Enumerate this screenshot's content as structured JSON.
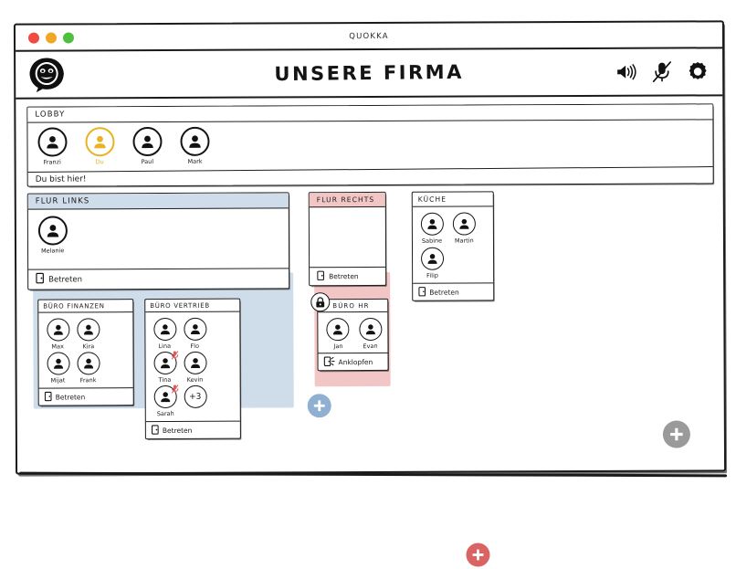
{
  "window": {
    "app_name": "QUOKKA",
    "traffic_lights": [
      "close",
      "minimize",
      "maximize"
    ]
  },
  "header": {
    "title": "UNSERE FIRMA",
    "logo_icon": "quokka-logo-icon",
    "actions": [
      {
        "name": "speaker-icon",
        "label": "speaker-on",
        "state": "on"
      },
      {
        "name": "microphone-muted-icon",
        "label": "microphone-muted",
        "state": "muted"
      },
      {
        "name": "gear-icon",
        "label": "settings",
        "state": "default"
      }
    ]
  },
  "lobby": {
    "label": "LOBBY",
    "status": "Du bist hier!",
    "people": [
      {
        "name": "Franzi",
        "self": false,
        "muted": false
      },
      {
        "name": "Du",
        "self": true,
        "muted": false
      },
      {
        "name": "Paul",
        "self": false,
        "muted": false
      },
      {
        "name": "Mark",
        "self": false,
        "muted": false
      }
    ]
  },
  "zones": [
    {
      "id": "flur-links",
      "label": "FLUR LINKS",
      "color": "#cfdcea",
      "enter_label": "Betreten",
      "people": [
        {
          "name": "Melanie",
          "muted": false
        }
      ],
      "rooms": [
        {
          "label": "BÜRO FINANZEN",
          "enter_label": "Betreten",
          "locked": false,
          "people": [
            {
              "name": "Max",
              "muted": false
            },
            {
              "name": "Kira",
              "muted": false
            },
            {
              "name": "Mijat",
              "muted": false
            },
            {
              "name": "Frank",
              "muted": false
            }
          ],
          "overflow": null
        },
        {
          "label": "BÜRO VERTRIEB",
          "enter_label": "Betreten",
          "locked": false,
          "people": [
            {
              "name": "Lina",
              "muted": false
            },
            {
              "name": "Flo",
              "muted": false
            },
            {
              "name": "Tina",
              "muted": true
            },
            {
              "name": "Kevin",
              "muted": false
            },
            {
              "name": "Sarah",
              "muted": true
            }
          ],
          "overflow": "+3"
        }
      ],
      "add_room_label": "+"
    },
    {
      "id": "flur-rechts",
      "label": "FLUR RECHTS",
      "color": "#f3c6c6",
      "enter_label": "Betreten",
      "people": [],
      "rooms": [
        {
          "label": "BÜRO HR",
          "enter_label": "Anklopfen",
          "locked": true,
          "lock_icon": "lock-icon",
          "knock_icon": "knock-door-icon",
          "people": [
            {
              "name": "Jan",
              "muted": false
            },
            {
              "name": "Evan",
              "muted": false
            }
          ],
          "overflow": null
        }
      ],
      "add_room_label": "+"
    }
  ],
  "kitchen": {
    "label": "KÜCHE",
    "enter_label": "Betreten",
    "people": [
      {
        "name": "Sabine",
        "muted": false
      },
      {
        "name": "Martin",
        "muted": false
      },
      {
        "name": "Filip",
        "muted": false
      }
    ]
  },
  "fabs": [
    {
      "name": "add-room-blue-button",
      "label": "+",
      "color": "#8fb0d0"
    },
    {
      "name": "add-room-red-button",
      "label": "+",
      "color": "#da6363"
    },
    {
      "name": "add-floor-button",
      "label": "+",
      "color": "#9a9a9a"
    }
  ],
  "colors": {
    "blue_zone": "#cfdcea",
    "red_zone": "#f3c6c6",
    "self_highlight": "#e8b320",
    "muted_badge": "#e05a5a",
    "ink": "#1a1a1a"
  }
}
